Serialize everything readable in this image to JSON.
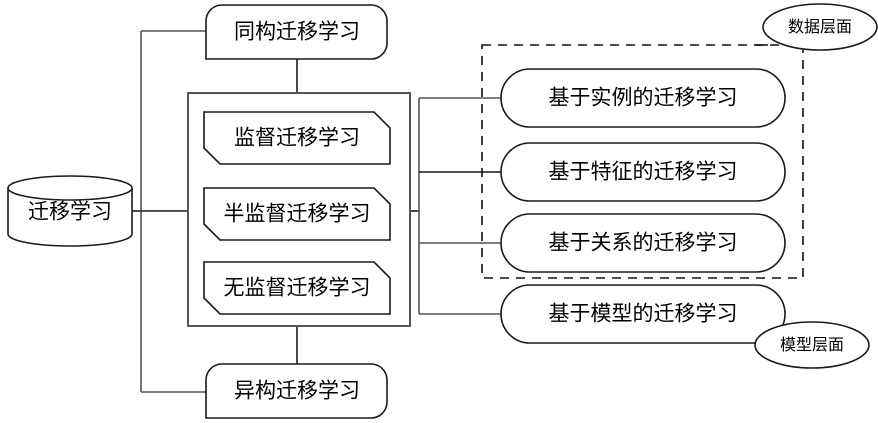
{
  "diagram": {
    "title_text": "",
    "colors": {
      "background": "#ffffff",
      "node_stroke": "#1a1a1a",
      "group_stroke": "#555555",
      "dashed_stroke": "#111111",
      "text": "#000000"
    },
    "root": {
      "label": "迁移学习",
      "shape": "cylinder"
    },
    "branches": [
      {
        "label": "同构迁移学习",
        "shape": "rounded-rect",
        "position": "top"
      },
      {
        "label": "异构迁移学习",
        "shape": "rounded-rect",
        "position": "bottom"
      }
    ],
    "supervision_group": {
      "shape": "container-rect",
      "items": [
        {
          "label": "监督迁移学习",
          "shape": "octagon"
        },
        {
          "label": "半监督迁移学习",
          "shape": "octagon"
        },
        {
          "label": "无监督迁移学习",
          "shape": "octagon"
        }
      ]
    },
    "methods": [
      {
        "label": "基于实例的迁移学习",
        "shape": "stadium",
        "layer": "数据层面"
      },
      {
        "label": "基于特征的迁移学习",
        "shape": "stadium",
        "layer": "数据层面"
      },
      {
        "label": "基于关系的迁移学习",
        "shape": "stadium",
        "layer": "数据层面"
      },
      {
        "label": "基于模型的迁移学习",
        "shape": "stadium",
        "layer": "模型层面"
      }
    ],
    "layer_labels": [
      {
        "label": "数据层面",
        "shape": "ellipse",
        "position": "top-right"
      },
      {
        "label": "模型层面",
        "shape": "ellipse",
        "position": "bottom-right"
      }
    ],
    "dashed_group": {
      "label": "",
      "encloses": [
        "基于实例的迁移学习",
        "基于特征的迁移学习",
        "基于关系的迁移学习"
      ]
    }
  }
}
